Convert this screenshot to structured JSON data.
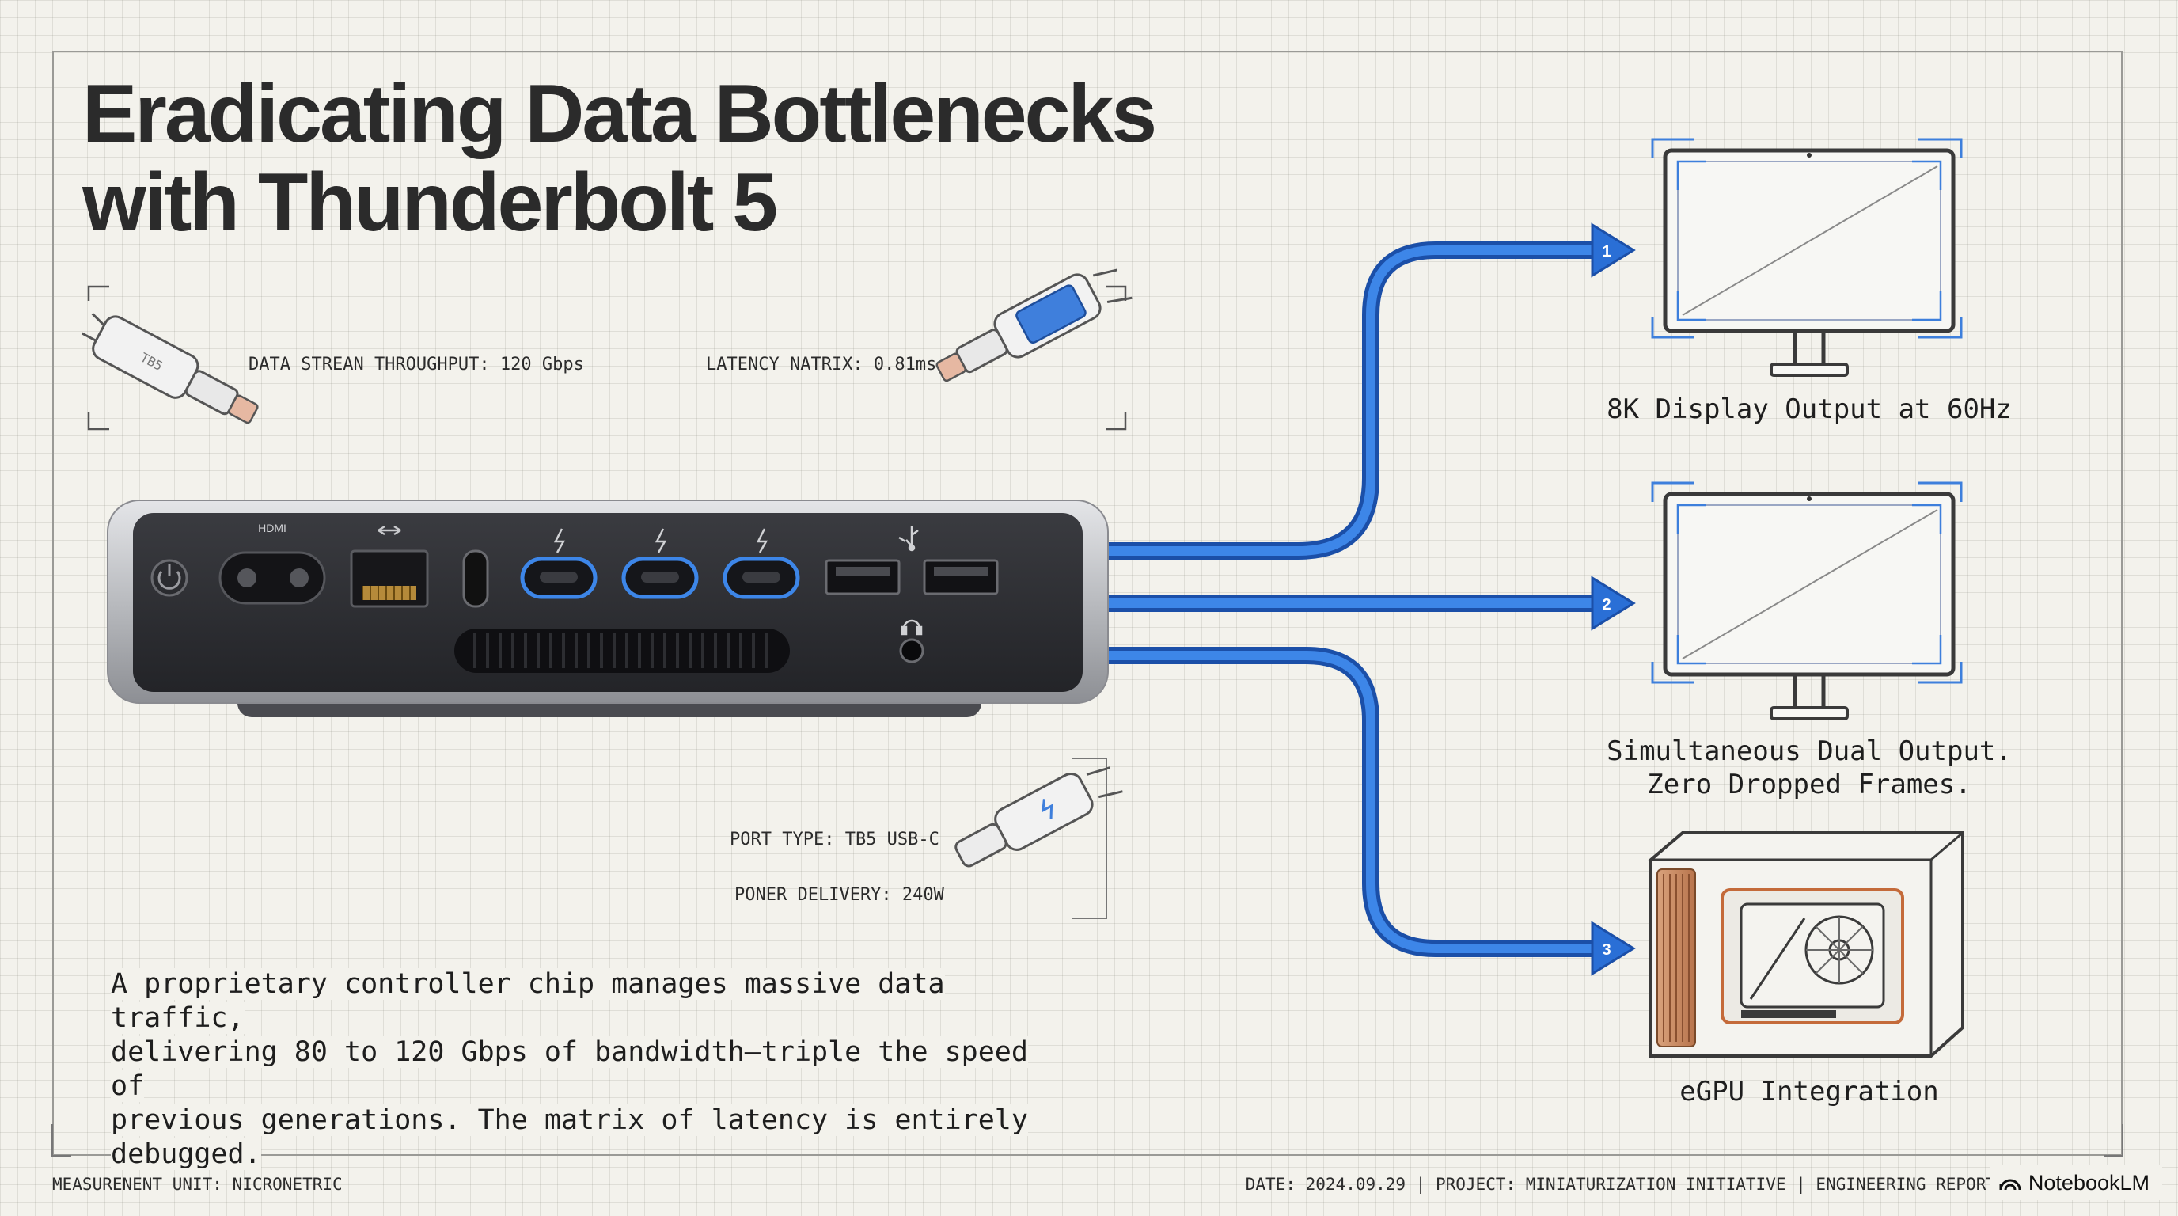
{
  "title": {
    "line1": "Eradicating Data Bottlenecks",
    "line2": "with Thunderbolt 5"
  },
  "specs": {
    "throughput": "DATA STREAN THROUGHPUT: 120 Gbps",
    "latency": "LATENCY NATRIX: 0.81ms",
    "port_type": "PORT TYPE: TB5 USB-C",
    "power": "PONER DELIVERY: 240W"
  },
  "device": {
    "port_labels": {
      "hdmi": "HDMI"
    },
    "icons": [
      "power-button-icon",
      "ethernet-arrows-icon",
      "thunderbolt-icon",
      "usb-icon",
      "headphone-icon"
    ]
  },
  "outputs": [
    {
      "number": "1",
      "caption": "8K Display Output at 60Hz"
    },
    {
      "number": "2",
      "caption_line1": "Simultaneous Dual Output.",
      "caption_line2": "Zero Dropped Frames."
    },
    {
      "number": "3",
      "caption": "eGPU Integration"
    }
  ],
  "body": {
    "line1": "A proprietary controller chip manages massive data traffic,",
    "line2": "delivering 80 to 120 Gbps of bandwidth—triple the speed of",
    "line3": "previous generations. The matrix of latency is entirely",
    "line4": "debugged."
  },
  "footer": {
    "left": "MEASURENENT UNIT: NICRONETRIC",
    "right": "DATE: 2024.09.29 | PROJECT: MINIATURIZATION INITIATIVE | ENGINEERING REPORT"
  },
  "brand": "NotebookLM",
  "colors": {
    "background": "#f3f2ec",
    "arrow_blue": "#2a6fd6",
    "device_body": "#2f3034",
    "device_shell": "#c8c9cc",
    "egpu_accent": "#c46a3a"
  }
}
